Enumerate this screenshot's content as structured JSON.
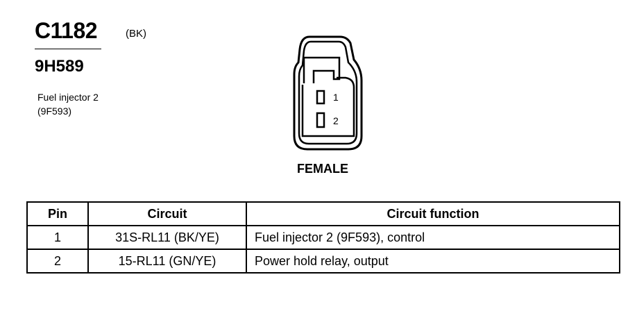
{
  "connector": {
    "id": "C1182",
    "color": "(BK)",
    "part_number": "9H589",
    "component_name": "Fuel injector 2",
    "component_code": "(9F593)",
    "gender": "FEMALE",
    "pin_labels": [
      "1",
      "2"
    ]
  },
  "table": {
    "headers": {
      "pin": "Pin",
      "circuit": "Circuit",
      "function": "Circuit function"
    },
    "rows": [
      {
        "pin": "1",
        "circuit": "31S-RL11 (BK/YE)",
        "function": "Fuel injector 2 (9F593), control"
      },
      {
        "pin": "2",
        "circuit": "15-RL11 (GN/YE)",
        "function": "Power hold relay, output"
      }
    ]
  }
}
